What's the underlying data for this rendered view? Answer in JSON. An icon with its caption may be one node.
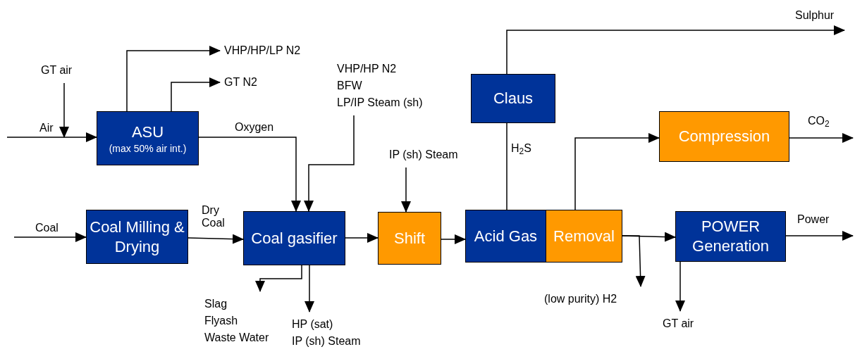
{
  "diagram": {
    "nodes": [
      {
        "text": [
          "GT air"
        ]
      },
      {
        "text": [
          "ASU",
          "(max 50% air int.)"
        ]
      },
      {
        "text": [
          "VHP/HP/LP N2"
        ]
      },
      {
        "text": [
          "GT N2"
        ]
      },
      {
        "text": [
          "VHP/HP N2",
          "BFW",
          "LP/IP Steam (sh)"
        ]
      },
      {
        "text": [
          "Coal Milling & Drying"
        ]
      },
      {
        "text": [
          "Coal gasifier"
        ]
      },
      {
        "text": [
          "IP (sh) Steam"
        ]
      },
      {
        "text": [
          "Shift"
        ]
      },
      {
        "text": [
          "Claus"
        ]
      },
      {
        "text": [
          "Acid Gas",
          "Removal"
        ]
      },
      {
        "text": [
          "Compression"
        ]
      },
      {
        "text": [
          "POWER Generation"
        ]
      },
      {
        "text": [
          "Slag",
          "Flyash",
          "Waste Water"
        ]
      },
      {
        "text": [
          "HP (sat)",
          "IP (sh) Steam"
        ]
      },
      {
        "text": [
          "(low purity) H2"
        ]
      },
      {
        "text": [
          "GT air"
        ]
      }
    ],
    "edges": [
      {
        "from": null,
        "to": 1,
        "arrow": "to",
        "label": "Air"
      },
      {
        "from": 0,
        "to": null,
        "arrow": "to"
      },
      {
        "from": 1,
        "to": 2,
        "arrow": "to"
      },
      {
        "from": 1,
        "to": 3,
        "arrow": "to"
      },
      {
        "from": 1,
        "to": 6,
        "arrow": "to",
        "label": "Oxygen"
      },
      {
        "from": 4,
        "to": 6,
        "arrow": "to"
      },
      {
        "from": null,
        "to": 5,
        "arrow": "to",
        "label": "Coal"
      },
      {
        "from": 5,
        "to": 6,
        "arrow": "to",
        "label": "Dry Coal"
      },
      {
        "from": 6,
        "to": 8,
        "arrow": "to"
      },
      {
        "from": 7,
        "to": 8,
        "arrow": "to"
      },
      {
        "from": 8,
        "to": 10,
        "arrow": "to"
      },
      {
        "from": 10,
        "to": 9,
        "arrow": "none",
        "label": "H$_{2}$S"
      },
      {
        "from": 9,
        "to": null,
        "arrow": "to",
        "label": "Sulphur"
      },
      {
        "from": 10,
        "to": 11,
        "arrow": "to"
      },
      {
        "from": 11,
        "to": null,
        "arrow": "to",
        "label": "CO$_{2}$"
      },
      {
        "from": 10,
        "to": 12,
        "arrow": "to"
      },
      {
        "from": 10,
        "to": 15,
        "arrow": "to"
      },
      {
        "from": 12,
        "to": null,
        "arrow": "to",
        "label": "Power"
      },
      {
        "from": 12,
        "to": 16,
        "arrow": "to"
      },
      {
        "from": 6,
        "to": 13,
        "arrow": "to"
      },
      {
        "from": 6,
        "to": 14,
        "arrow": "to"
      }
    ]
  }
}
